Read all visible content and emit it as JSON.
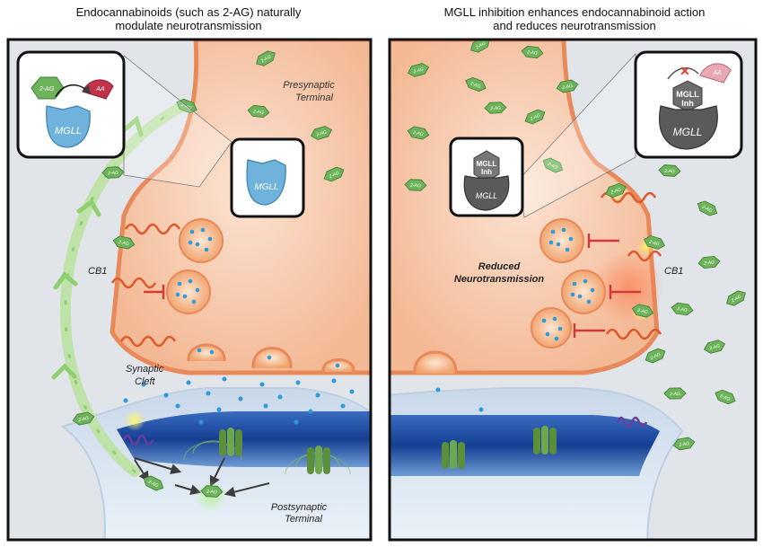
{
  "left_panel": {
    "heading_line1": "Endocannabinoids (such as 2-AG) naturally",
    "heading_line2": "modulate neurotransmission",
    "label_presynaptic_line1": "Presynaptic",
    "label_presynaptic_line2": "Terminal",
    "label_cb1": "CB1",
    "label_synaptic_line1": "Synaptic",
    "label_synaptic_line2": "Cleft",
    "label_postsynaptic_line1": "Postsynaptic",
    "label_postsynaptic_line2": "Terminal",
    "enzyme_label": "MGLL",
    "inset_enzyme_label": "MGLL",
    "inset_substrate_label": "2-AG",
    "inset_product_label": "AA"
  },
  "right_panel": {
    "heading_line1": "MGLL inhibition enhances endocannabinoid action",
    "heading_line2": "and reduces neurotransmission",
    "label_reduced_line1": "Reduced",
    "label_reduced_line2": "Neurotransmission",
    "label_cb1": "CB1",
    "inhibitor_label_line1": "MGLL",
    "inhibitor_label_line2": "Inh",
    "enzyme_label": "MGLL",
    "inset_inhibitor_line1": "MGLL",
    "inset_inhibitor_line2": "Inh",
    "inset_enzyme_label": "MGLL",
    "inset_product_label": "AA"
  },
  "molecule_label": "2-AG",
  "colors": {
    "presynaptic_fill": "#f6c8a9",
    "presynaptic_edge": "#e8895a",
    "cleft_fill": "#e3e8ee",
    "postsynaptic_fill": "#dbe9f3",
    "postsynaptic_band": "#1f4fa6",
    "molecule_green": "#6cb35a",
    "vesicle_dot": "#2e9bd6",
    "receptor_green": "#5c8f3c",
    "cb1_orange": "#e0572a",
    "inhibition_red": "#d23a3a",
    "enzyme_blue": "#6fb3dd",
    "enzyme_gray": "#5a5a5a"
  }
}
